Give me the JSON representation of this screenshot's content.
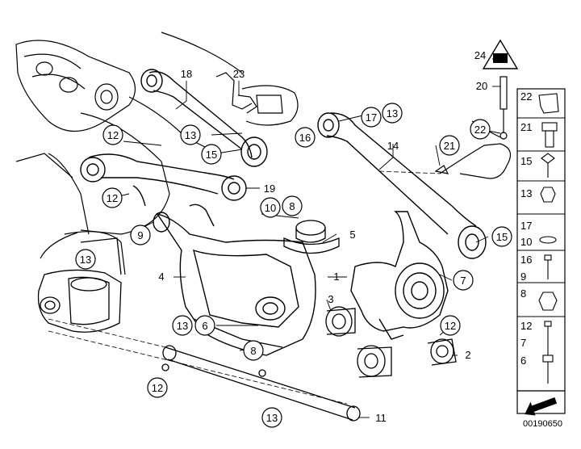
{
  "diagram": {
    "callouts": {
      "c1": "1",
      "c2": "2",
      "c3": "3",
      "c4": "4",
      "c5": "5",
      "c6a": "6",
      "c7": "7",
      "c8a": "8",
      "c8b": "8",
      "c9": "9",
      "c10": "10",
      "c11": "11",
      "c12a": "12",
      "c12b": "12",
      "c12c": "12",
      "c12d": "12",
      "c13a": "13",
      "c13b": "13",
      "c13c": "13",
      "c13d": "13",
      "c13e": "13",
      "c14": "14",
      "c15a": "15",
      "c15b": "15",
      "c16": "16",
      "c17": "17",
      "c18": "18",
      "c19": "19",
      "c20": "20",
      "c21": "21",
      "c22": "22",
      "c23": "23",
      "c24": "24"
    },
    "legend": {
      "l22": "22",
      "l21": "21",
      "l15": "15",
      "l13": "13",
      "l17": "17",
      "l10": "10",
      "l16": "16",
      "l9": "9",
      "l8": "8",
      "l12": "12",
      "l7": "7",
      "l6": "6"
    },
    "reference_code": "00190650"
  }
}
